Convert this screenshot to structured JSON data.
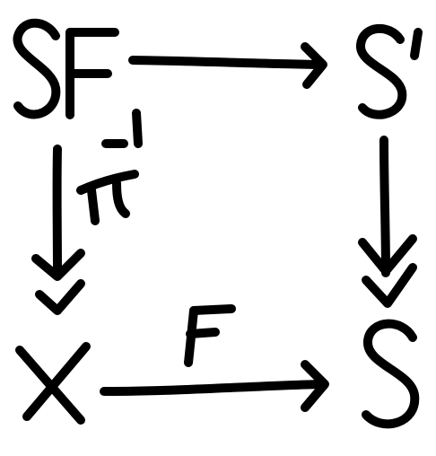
{
  "nodes": {
    "top_left": "SF",
    "top_right": "S'",
    "bottom_left": "X",
    "bottom_right": "S"
  },
  "arrows": {
    "top": "",
    "left": "π",
    "left_superscript": "-1",
    "right": "",
    "bottom": "F"
  },
  "colors": {
    "ink": "#000000",
    "background": "#ffffff"
  }
}
